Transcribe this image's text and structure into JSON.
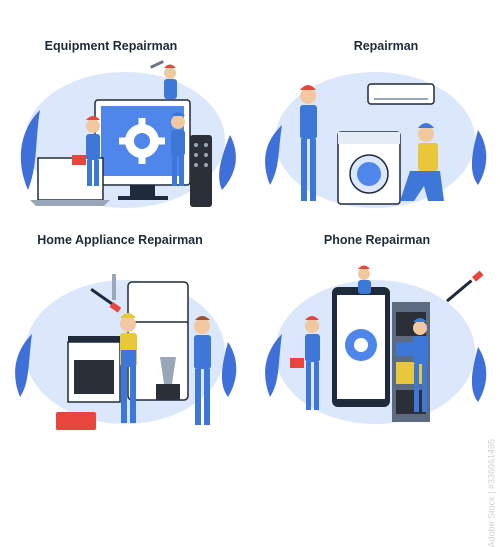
{
  "panels": [
    {
      "title": "Equipment Repairman"
    },
    {
      "title": "Repairman"
    },
    {
      "title": "Home Appliance Repairman"
    },
    {
      "title": "Phone Repairman"
    }
  ],
  "watermark": "Adobe Stock | #336061495",
  "colors": {
    "blob": "#dbe7fb",
    "accent": "#4f86ec",
    "leaf": "#3f6fd8",
    "uniform": "#3d78d8",
    "cap": "#e8453c",
    "outline": "#1f2b3a"
  },
  "icons": [
    "gear-icon",
    "wrench-icon",
    "screwdriver-icon",
    "leaf-icon"
  ]
}
